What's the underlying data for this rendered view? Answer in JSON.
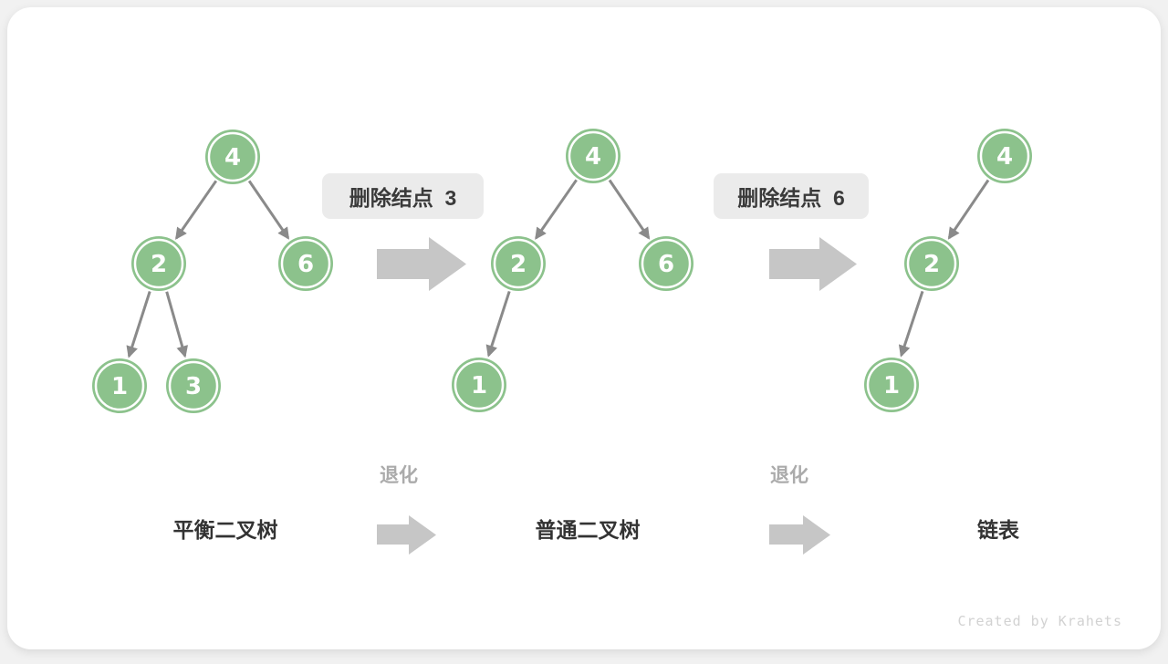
{
  "watermark": "Created by Krahets",
  "colors": {
    "node_fill": "#8cc28c",
    "node_text": "#ffffff",
    "edge_gray": "#8a8a8a",
    "block_arrow_gray": "#c6c6c6",
    "step_box_bg": "#ebebeb",
    "step_text": "#3a3a3a",
    "stage_title_text": "#333333",
    "degrade_text": "#ababab",
    "watermark_text": "#d2d2d2",
    "card_bg": "#ffffff",
    "page_bg": "#f1f1f1"
  },
  "steps": [
    {
      "label": "删除结点  3"
    },
    {
      "label": "删除结点  6"
    }
  ],
  "transitions": [
    {
      "label": "退化"
    },
    {
      "label": "退化"
    }
  ],
  "stages": [
    {
      "title": "平衡二叉树"
    },
    {
      "title": "普通二叉树"
    },
    {
      "title": "链表"
    }
  ],
  "trees": [
    {
      "name": "balanced-binary-tree",
      "nodes": [
        {
          "value": "4"
        },
        {
          "value": "2"
        },
        {
          "value": "6"
        },
        {
          "value": "1"
        },
        {
          "value": "3"
        }
      ],
      "edges": [
        "4->2",
        "4->6",
        "2->1",
        "2->3"
      ]
    },
    {
      "name": "ordinary-binary-tree",
      "nodes": [
        {
          "value": "4"
        },
        {
          "value": "2"
        },
        {
          "value": "6"
        },
        {
          "value": "1"
        }
      ],
      "edges": [
        "4->2",
        "4->6",
        "2->1"
      ]
    },
    {
      "name": "linked-list",
      "nodes": [
        {
          "value": "4"
        },
        {
          "value": "2"
        },
        {
          "value": "1"
        }
      ],
      "edges": [
        "4->2",
        "2->1"
      ]
    }
  ]
}
